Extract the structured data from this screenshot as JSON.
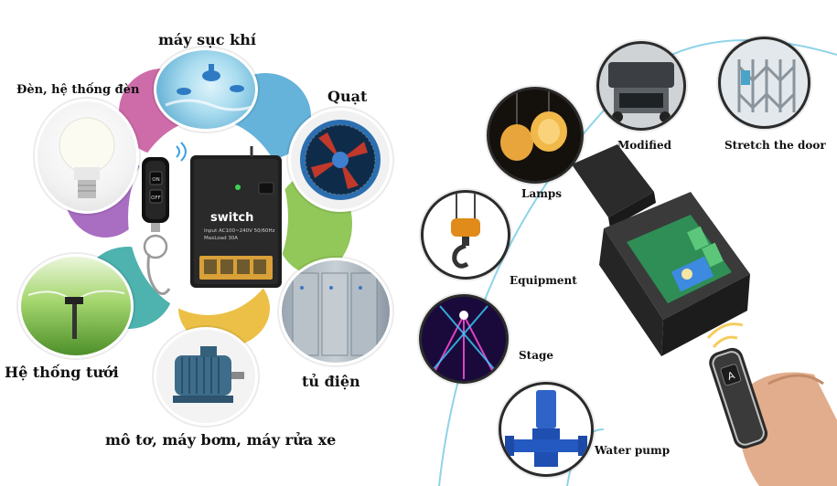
{
  "left": {
    "labels": {
      "aerator": "máy sục khí",
      "lights": "Đèn, hệ thống đèn",
      "fan": "Quạt",
      "irrigation": "Hệ thống tưới",
      "cabinet": "tủ điện",
      "motor": "mô tơ, máy bơm, máy rửa xe"
    },
    "switch": {
      "brand": "switch",
      "spec_line1": "Input AC100~240V 50/60Hz",
      "spec_line2": "MaxLoad 30A"
    },
    "remote": {
      "on_label": "ON",
      "off_label": "OFF"
    }
  },
  "right": {
    "labels": {
      "modified": "Modified",
      "stretch_door": "Stretch the door",
      "lamps": "Lamps",
      "equipment": "Equipment",
      "stage": "Stage",
      "water_pump": "Water pump"
    },
    "remote_key": "A"
  },
  "colors": {
    "pink": "#c6529a",
    "blue": "#4aa5d4",
    "green": "#7fbd3d",
    "yellow": "#e9b526",
    "teal": "#2fa4a0",
    "purple": "#9a53b7",
    "relay_green": "#5cc77a",
    "line_cyan": "#8fd3e8"
  }
}
